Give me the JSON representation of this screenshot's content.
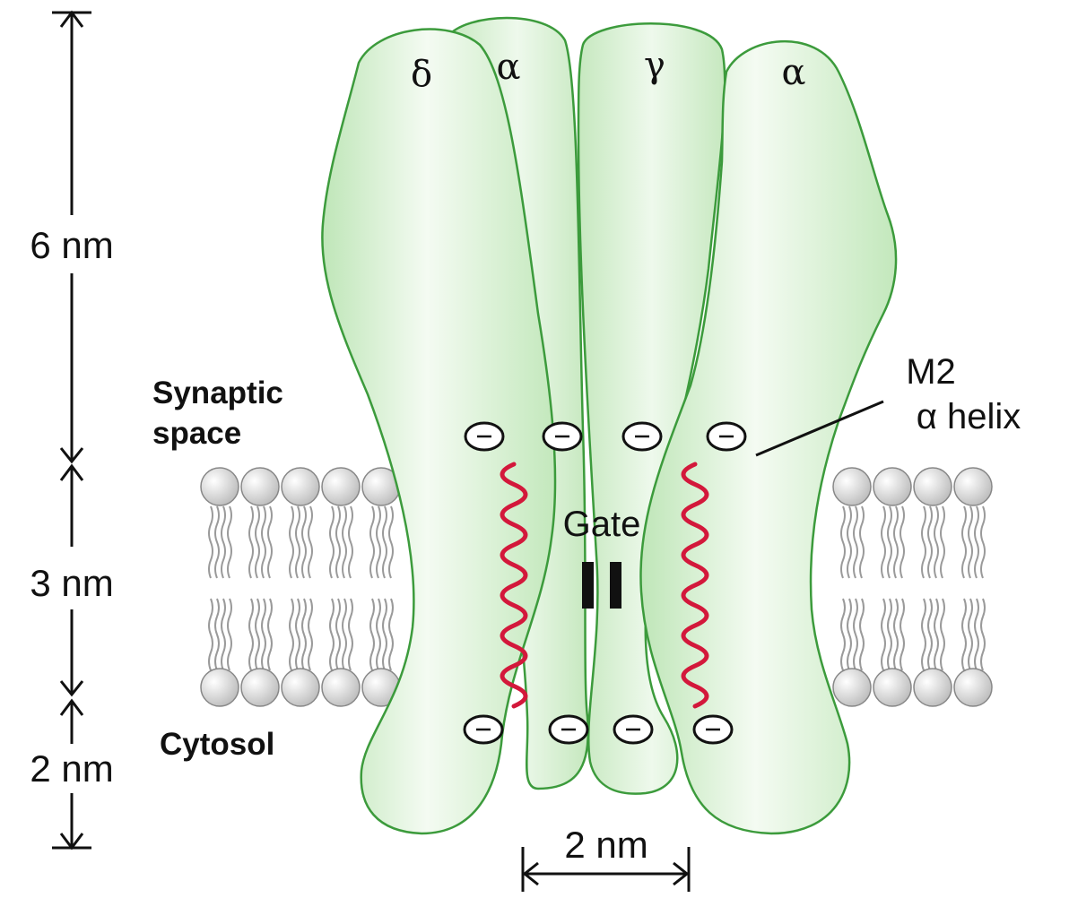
{
  "subunits": [
    {
      "symbol": "δ"
    },
    {
      "symbol": "α"
    },
    {
      "symbol": "γ"
    },
    {
      "symbol": "α"
    }
  ],
  "regions": {
    "synaptic_line1": "Synaptic",
    "synaptic_line2": "space",
    "cytosol": "Cytosol"
  },
  "gate_label": "Gate",
  "helix_label": {
    "line1": "M2",
    "line2": "α helix"
  },
  "dimensions": {
    "extracellular": "6 nm",
    "membrane": "3 nm",
    "cytosolic": "2 nm",
    "pore_width": "2 nm"
  },
  "charge_symbol": "−",
  "colors": {
    "protein_fill": "#c9ebc4",
    "protein_outline": "#3c9b3c",
    "helix": "#d3183b",
    "gate": "#111111",
    "lipid_head": "#e0e0e0"
  }
}
